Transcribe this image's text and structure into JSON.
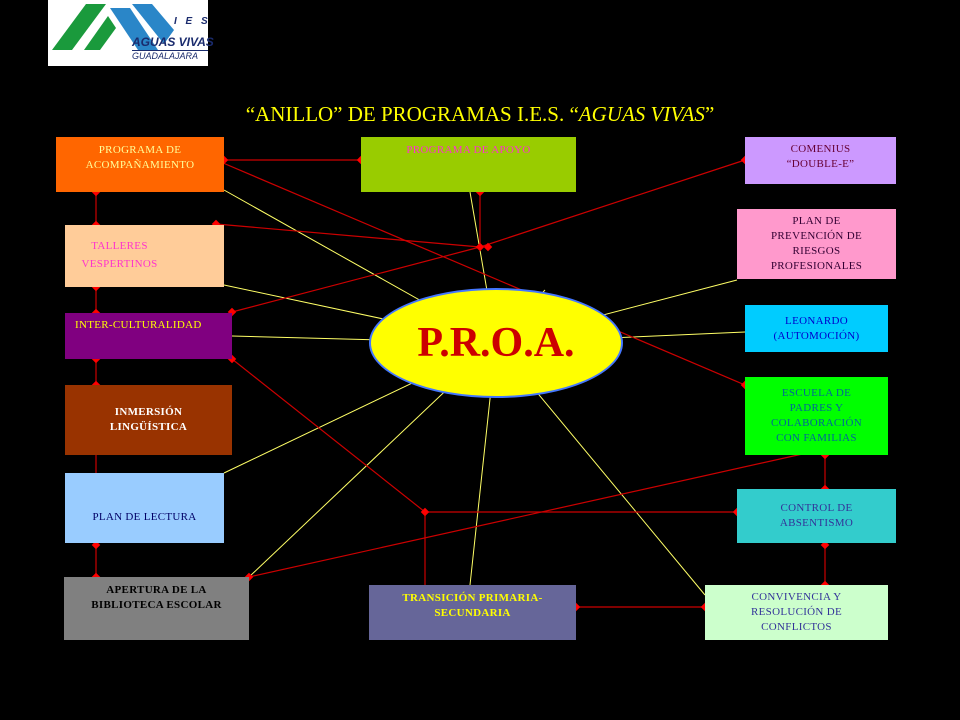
{
  "logo": {
    "ies": "I E S",
    "name": "AGUAS VIVAS",
    "city": "GUADALAJARA"
  },
  "title": {
    "main": "“ANILLO” DE PROGRAMAS    I.E.S. “",
    "italic": "AGUAS VIVAS",
    "end": "”"
  },
  "center": {
    "label": "P.R.O.A."
  },
  "colors": {
    "background": "#000000",
    "title": "#ffff00",
    "center_fill": "#ffff00",
    "center_text": "#cc0000",
    "spoke": "#ffff66",
    "connector": "#cc0000"
  },
  "boxes": {
    "acompanamiento": [
      "PROGRAMA DE",
      "ACOMPAÑAMIENTO"
    ],
    "apoyo": [
      "PROGRAMA DE APOYO"
    ],
    "comenius": [
      "COMENIUS",
      "“DOUBLE-E”"
    ],
    "talleres": [
      "TALLERES",
      "VESPERTINOS"
    ],
    "prevencion": [
      "PLAN DE",
      "PREVENCIÓN DE",
      "RIESGOS",
      "PROFESIONALES"
    ],
    "intercultural": [
      "INTER-CULTURALIDAD"
    ],
    "leonardo": [
      "LEONARDO",
      "(AUTOMOCIÓN)"
    ],
    "inmersion": [
      "INMERSIÓN",
      "LINGÜÍSTICA"
    ],
    "escuela": [
      "ESCUELA DE",
      "PADRES Y",
      "COLABORACIÓN",
      "CON FAMILIAS"
    ],
    "lectura": [
      "PLAN DE LECTURA"
    ],
    "absentismo": [
      "CONTROL DE",
      "ABSENTISMO"
    ],
    "biblioteca": [
      "APERTURA DE LA",
      "BIBLIOTECA ESCOLAR"
    ],
    "transicion": [
      "TRANSICIÓN PRIMARIA-",
      "SECUNDARIA"
    ],
    "convivencia": [
      "CONVIVENCIA Y",
      "RESOLUCIÓN DE",
      "CONFLICTOS"
    ]
  }
}
